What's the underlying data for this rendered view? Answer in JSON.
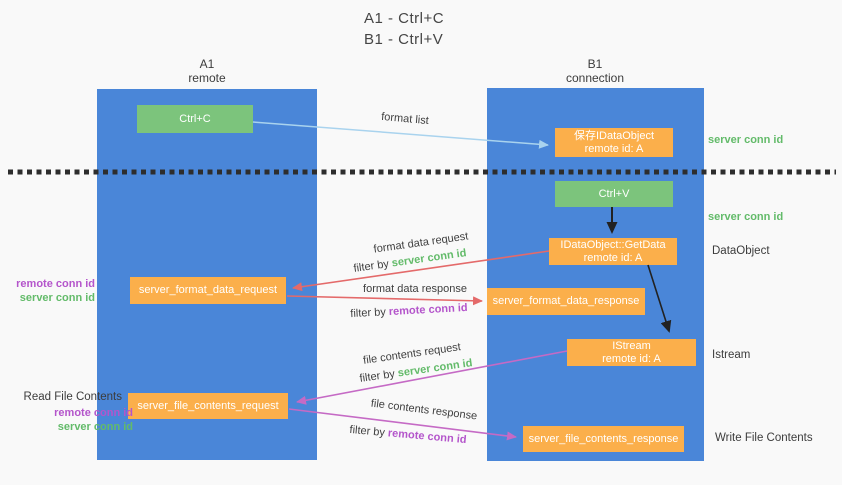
{
  "title": {
    "line1": "A1 - Ctrl+C",
    "line2": "B1 - Ctrl+V"
  },
  "colors": {
    "lifeline_blue": "#4a86d8",
    "action_green": "#7cc47c",
    "object_orange": "#fbaf4b",
    "arrow_light_blue": "#a9d3ee",
    "arrow_red": "#e46a6a",
    "arrow_purple": "#c56ac5",
    "arrow_black": "#222222",
    "conn_id_green": "#63bb6a",
    "conn_id_purple": "#b455cb"
  },
  "lifelines": {
    "a1": {
      "name": "A1",
      "subtitle": "remote"
    },
    "b1": {
      "name": "B1",
      "subtitle": "connection"
    }
  },
  "nodes": {
    "ctrl_c": {
      "label": "Ctrl+C"
    },
    "ctrl_v": {
      "label": "Ctrl+V"
    },
    "save_dataobject": {
      "line1": "保存IDataObject",
      "line2": "remote id: A"
    },
    "getdata": {
      "line1": "IDataObject::GetData",
      "line2": "remote id: A"
    },
    "istream": {
      "line1": "IStream",
      "line2": "remote id: A"
    },
    "format_data_request": {
      "label": "server_format_data_request"
    },
    "format_data_response": {
      "label": "server_format_data_response"
    },
    "file_contents_request": {
      "label": "server_file_contents_request"
    },
    "file_contents_response": {
      "label": "server_file_contents_response"
    }
  },
  "edge_labels": {
    "format_list": "format list",
    "format_data_request": "format data request",
    "format_data_response": "format data response",
    "file_contents_request": "file contents request",
    "file_contents_response": "file contents response",
    "filter_by": "filter by",
    "server_conn_id": "server conn id",
    "remote_conn_id": "remote conn id"
  },
  "side_labels": {
    "right_server_conn_id_top": "server conn id",
    "right_server_conn_id_mid": "server conn id",
    "right_dataobject": "DataObject",
    "right_istream": "Istream",
    "right_write_file_contents": "Write File Contents",
    "left_remote_conn_id_top": "remote conn id",
    "left_server_conn_id_top": "server conn id",
    "left_read_file_contents": "Read File Contents",
    "left_remote_conn_id_bottom": "remote conn id",
    "left_server_conn_id_bottom": "server conn id"
  }
}
